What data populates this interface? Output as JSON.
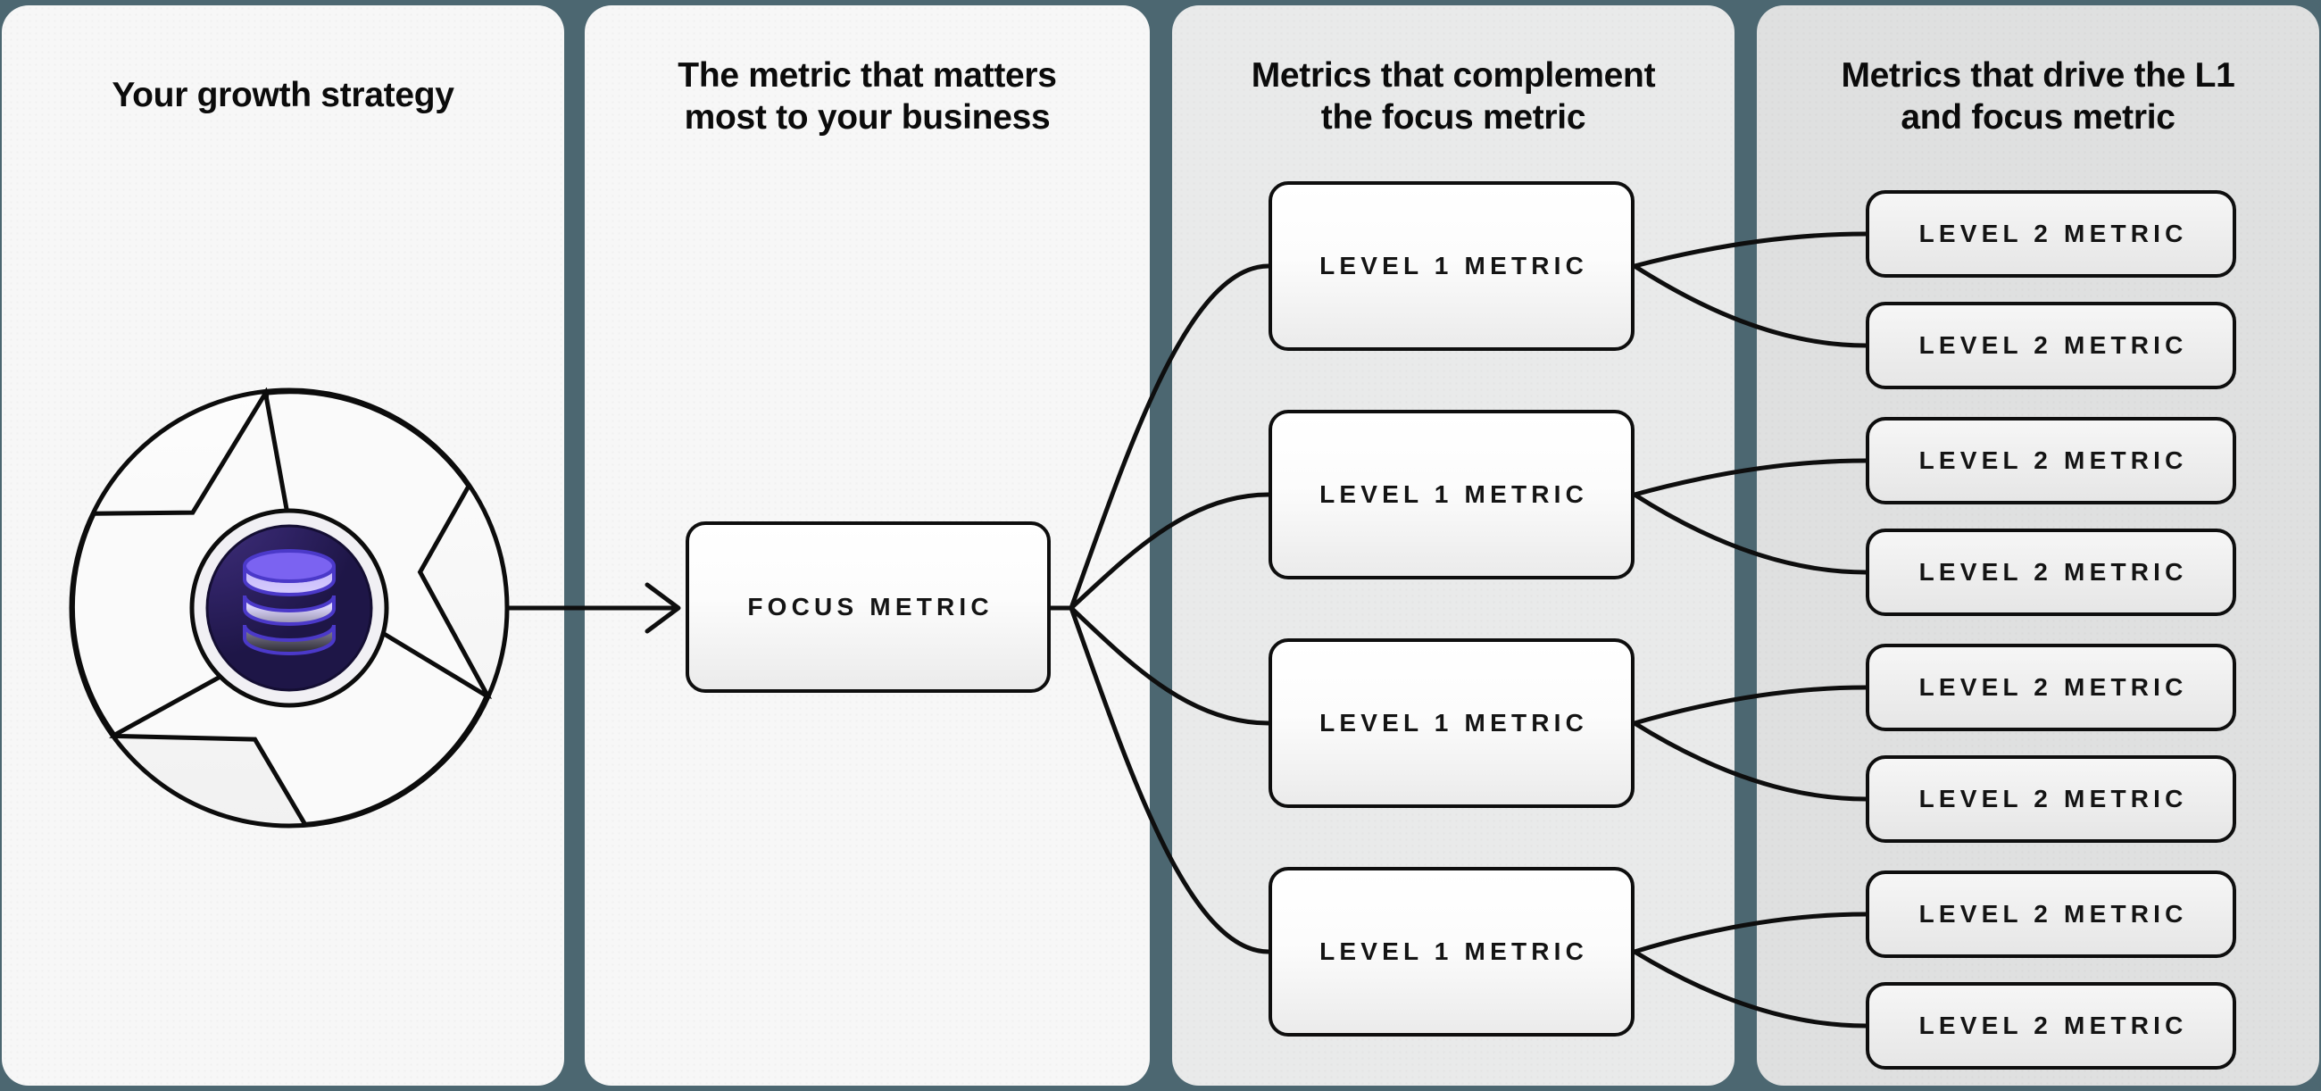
{
  "colors": {
    "background": "#4c6771",
    "panel_light": "#f7f7f7",
    "panel_mid": "#e9eaea",
    "panel_dark": "#dfe0e0",
    "line": "#0e0e0e",
    "badge_purple_dark": "#231a52",
    "badge_purple": "#3b2d79",
    "database_lavender": "#cdc2fb",
    "database_purple": "#7b63f1"
  },
  "panels": {
    "strategy": {
      "title": "Your growth strategy"
    },
    "focus": {
      "title": "The metric that matters\nmost to your business",
      "box_label": "FOCUS METRIC"
    },
    "level1": {
      "title": "Metrics that complement\nthe focus metric",
      "boxes": [
        {
          "label": "LEVEL 1 METRIC"
        },
        {
          "label": "LEVEL 1 METRIC"
        },
        {
          "label": "LEVEL 1 METRIC"
        },
        {
          "label": "LEVEL 1 METRIC"
        }
      ]
    },
    "level2": {
      "title": "Metrics that drive the L1\nand focus metric",
      "boxes": [
        {
          "label": "LEVEL 2 METRIC"
        },
        {
          "label": "LEVEL 2 METRIC"
        },
        {
          "label": "LEVEL 2 METRIC"
        },
        {
          "label": "LEVEL 2 METRIC"
        },
        {
          "label": "LEVEL 2 METRIC"
        },
        {
          "label": "LEVEL 2 METRIC"
        },
        {
          "label": "LEVEL 2 METRIC"
        },
        {
          "label": "LEVEL 2 METRIC"
        }
      ]
    }
  }
}
